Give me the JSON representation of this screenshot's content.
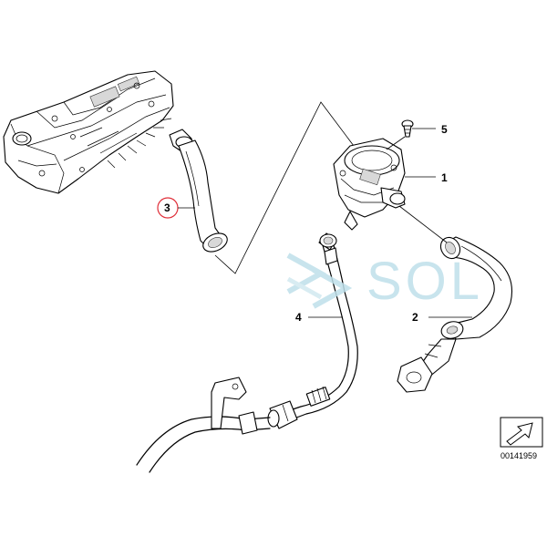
{
  "callouts": [
    {
      "id": "1",
      "label": "1"
    },
    {
      "id": "2",
      "label": "2"
    },
    {
      "id": "3",
      "label": "3"
    },
    {
      "id": "4",
      "label": "4"
    },
    {
      "id": "5",
      "label": "5"
    }
  ],
  "watermark": {
    "text": "SOL"
  },
  "doc_number": "00141959",
  "colors": {
    "highlight_circle": "#e0303a",
    "watermark": "#bfe0ea",
    "line": "#000000"
  }
}
